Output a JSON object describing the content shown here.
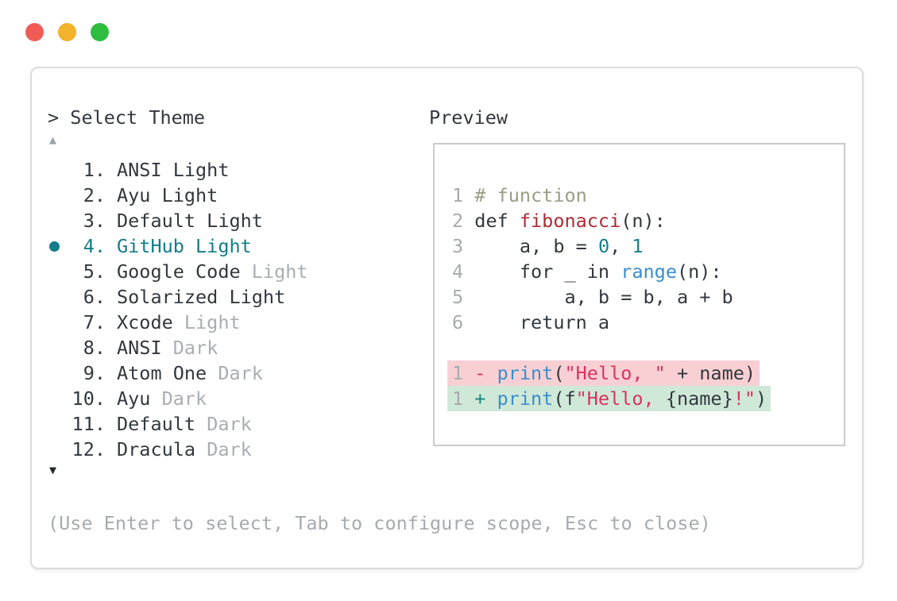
{
  "window": {
    "traffic_lights": [
      {
        "name": "close",
        "color": "#f05b56"
      },
      {
        "name": "minimize",
        "color": "#f3b32b"
      },
      {
        "name": "maximize",
        "color": "#2ebd3e"
      }
    ]
  },
  "colors": {
    "text_dark": "#32383e",
    "dim_grey": "#a9aeb3",
    "line_number_grey": "#a8abae",
    "selected_teal": "#137d89",
    "hint_grey": "#a6abb0",
    "scroll_up_grey": "#9aa1a8",
    "scroll_down_dark": "#23282d",
    "diff_removed_bg": "#f8d0d4",
    "diff_added_bg": "#cfe8d8",
    "tokens": {
      "plain": "#32383e",
      "comment": "#9a9e85",
      "func": "#ad2c34",
      "num": "#15808b",
      "call": "#3b8ec9",
      "string": "#da335f",
      "minus": "#da335f",
      "plus": "#1b8a76"
    }
  },
  "theme_picker": {
    "prompt_marker": "> ",
    "title": "Select Theme",
    "scroll_up_icon": "▲",
    "scroll_down_icon": "▼",
    "hint": "(Use Enter to select, Tab to configure scope, Esc to close)",
    "items": [
      {
        "number": "1.",
        "selected": false,
        "parts": [
          {
            "text": "ANSI Light",
            "dim": false
          }
        ]
      },
      {
        "number": "2.",
        "selected": false,
        "parts": [
          {
            "text": "Ayu Light",
            "dim": false
          }
        ]
      },
      {
        "number": "3.",
        "selected": false,
        "parts": [
          {
            "text": "Default Light",
            "dim": false
          }
        ]
      },
      {
        "number": "4.",
        "selected": true,
        "parts": [
          {
            "text": "GitHub Light",
            "dim": false
          }
        ]
      },
      {
        "number": "5.",
        "selected": false,
        "parts": [
          {
            "text": "Google Code ",
            "dim": false
          },
          {
            "text": "Light",
            "dim": true
          }
        ]
      },
      {
        "number": "6.",
        "selected": false,
        "parts": [
          {
            "text": "Solarized Light",
            "dim": false
          }
        ]
      },
      {
        "number": "7.",
        "selected": false,
        "parts": [
          {
            "text": "Xcode ",
            "dim": false
          },
          {
            "text": "Light",
            "dim": true
          }
        ]
      },
      {
        "number": "8.",
        "selected": false,
        "parts": [
          {
            "text": "ANSI ",
            "dim": false
          },
          {
            "text": "Dark",
            "dim": true
          }
        ]
      },
      {
        "number": "9.",
        "selected": false,
        "parts": [
          {
            "text": "Atom One ",
            "dim": false
          },
          {
            "text": "Dark",
            "dim": true
          }
        ]
      },
      {
        "number": "10.",
        "selected": false,
        "parts": [
          {
            "text": "Ayu ",
            "dim": false
          },
          {
            "text": "Dark",
            "dim": true
          }
        ]
      },
      {
        "number": "11.",
        "selected": false,
        "parts": [
          {
            "text": "Default ",
            "dim": false
          },
          {
            "text": "Dark",
            "dim": true
          }
        ]
      },
      {
        "number": "12.",
        "selected": false,
        "parts": [
          {
            "text": "Dracula ",
            "dim": false
          },
          {
            "text": "Dark",
            "dim": true
          }
        ]
      }
    ]
  },
  "preview": {
    "label": "Preview",
    "lines": [
      {
        "line_number": "1",
        "diff": null,
        "tokens": [
          {
            "text": "# function",
            "style": "comment"
          }
        ]
      },
      {
        "line_number": "2",
        "diff": null,
        "tokens": [
          {
            "text": "def ",
            "style": "plain"
          },
          {
            "text": "fibonacci",
            "style": "func"
          },
          {
            "text": "(n):",
            "style": "plain"
          }
        ]
      },
      {
        "line_number": "3",
        "diff": null,
        "tokens": [
          {
            "text": "    a, b = ",
            "style": "plain"
          },
          {
            "text": "0",
            "style": "num"
          },
          {
            "text": ", ",
            "style": "plain"
          },
          {
            "text": "1",
            "style": "num"
          }
        ]
      },
      {
        "line_number": "4",
        "diff": null,
        "tokens": [
          {
            "text": "    for _ in ",
            "style": "plain"
          },
          {
            "text": "range",
            "style": "call"
          },
          {
            "text": "(n):",
            "style": "plain"
          }
        ]
      },
      {
        "line_number": "5",
        "diff": null,
        "tokens": [
          {
            "text": "        a, b = b, a + b",
            "style": "plain"
          }
        ]
      },
      {
        "line_number": "6",
        "diff": null,
        "tokens": [
          {
            "text": "    return a",
            "style": "plain"
          }
        ]
      },
      {
        "line_number": "",
        "diff": "blank",
        "tokens": []
      },
      {
        "line_number": "1",
        "diff": "removed",
        "tokens": [
          {
            "text": "- ",
            "style": "minus"
          },
          {
            "text": "print",
            "style": "call"
          },
          {
            "text": "(",
            "style": "plain"
          },
          {
            "text": "\"Hello, \"",
            "style": "string"
          },
          {
            "text": " + name)",
            "style": "plain"
          }
        ]
      },
      {
        "line_number": "1",
        "diff": "added",
        "tokens": [
          {
            "text": "+ ",
            "style": "plus"
          },
          {
            "text": "print",
            "style": "call"
          },
          {
            "text": "(f",
            "style": "plain"
          },
          {
            "text": "\"Hello, ",
            "style": "string"
          },
          {
            "text": "{name}",
            "style": "plain"
          },
          {
            "text": "!\"",
            "style": "string"
          },
          {
            "text": ")",
            "style": "plain"
          }
        ]
      }
    ]
  }
}
